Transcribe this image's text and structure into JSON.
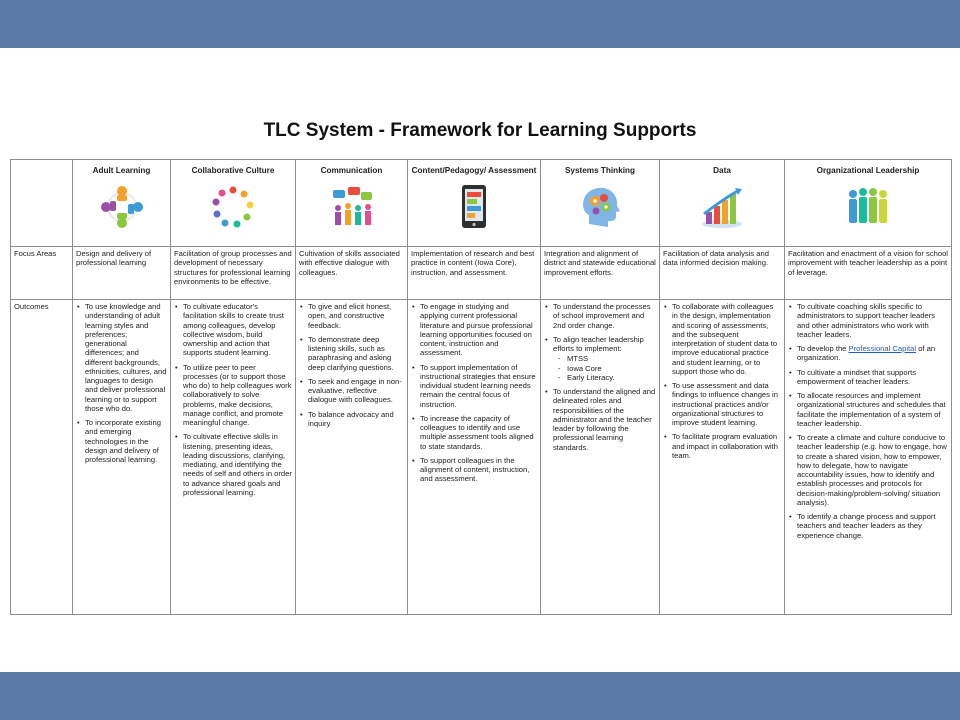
{
  "title": "TLC System - Framework for Learning Supports",
  "row_labels": {
    "focus": "Focus Areas",
    "outcomes": "Outcomes"
  },
  "columns": [
    {
      "header": "Adult Learning",
      "icon": "people-circle-icon",
      "focus": "Design and delivery of professional learning",
      "outcomes": [
        "To use knowledge and understanding of adult learning styles and preferences; generational differences; and different backgrounds, ethnicities, cultures, and languages to design and deliver professional learning or to support those who do.",
        "To incorporate existing and emerging technologies in the design and delivery of professional learning."
      ]
    },
    {
      "header": "Collaborative Culture",
      "icon": "collaboration-ring-icon",
      "focus": "Facilitation of group processes and development of necessary structures for professional learning environments to be effective.",
      "outcomes": [
        "To cultivate educator's facilitation skills to create trust among colleagues, develop collective wisdom, build ownership and action that supports student learning.",
        "To utilize peer to peer processes (or to support those who do) to help colleagues work collaboratively to solve problems, make decisions, manage conflict, and promote meaningful change.",
        "To cultivate effective skills in listening, presenting ideas, leading discussions, clarifying, mediating, and identifying the needs of self and others in order to advance shared goals and professional learning."
      ]
    },
    {
      "header": "Communication",
      "icon": "speech-bubbles-people-icon",
      "focus": "Cultivation of skills associated with effective dialogue with colleagues.",
      "outcomes": [
        "To give and elicit honest, open, and constructive feedback.",
        "To demonstrate deep listening skills, such as paraphrasing and asking deep clarifying questions.",
        "To seek and engage in non-evaluative, reflective dialogue with colleagues.",
        "To balance advocacy and inquiry"
      ]
    },
    {
      "header": "Content/Pedagogy/ Assessment",
      "icon": "tablet-icon",
      "focus": "Implementation of research and best practice in content (Iowa Core), instruction, and assessment.",
      "outcomes": [
        "To engage in studying and applying current professional literature and pursue professional learning opportunities focused on content, instruction and assessment.",
        "To support implementation of instructional strategies that ensure individual student learning needs remain the central focus of instruction.",
        "To increase the capacity of colleagues to identify and use multiple assessment tools aligned to state standards.",
        "To support colleagues in the alignment of content, instruction, and assessment."
      ]
    },
    {
      "header": "Systems Thinking",
      "icon": "head-gears-icon",
      "focus": "Integration and alignment of district and statewide educational improvement efforts.",
      "outcomes": [
        "To understand the processes of school improvement and 2nd order change.",
        "To align teacher leadership efforts to implement:",
        "To understand the aligned and delineated roles and responsibilities of the administrator and the teacher leader by following the professional learning standards."
      ],
      "sub_items": [
        "MTSS",
        "Iowa Core",
        "Early Literacy."
      ]
    },
    {
      "header": "Data",
      "icon": "bar-chart-icon",
      "focus": "Facilitation of data analysis and data informed decision making.",
      "outcomes": [
        "To collaborate with colleagues in the design, implementation and scoring of assessments, and the subsequent interpretation of student data to improve educational practice and student learning, or to support those who do.",
        "To use assessment and data findings to influence changes in instructional practices and/or organizational structures to improve student learning.",
        "To facilitate program evaluation and impact in collaboration with team."
      ]
    },
    {
      "header": "Organizational Leadership",
      "icon": "people-silhouettes-icon",
      "focus": "Facilitation and enactment of a vision for school improvement with teacher leadership as a point of leverage.",
      "outcomes": [
        "To cultivate coaching skills specific to administrators to support teacher leaders and other administrators who work with teacher leaders.",
        "To develop the",
        "To cultivate a mindset that supports empowerment of teacher leaders.",
        "To allocate resources and implement organizational structures and schedules that facilitate the implementation of a system of teacher leadership.",
        "To create a climate and culture conducive to teacher leadership (e.g. how to engage, how to create a shared vision, how to empower, how to delegate, how to navigate accountability issues, how to identify and establish processes and protocols for decision-making/problem-solving/ situation analysis).",
        "To identify a change process and support teachers and teacher leaders as they experience change."
      ],
      "link_text": "Professional Capital",
      "link_suffix": " of an organization."
    }
  ]
}
